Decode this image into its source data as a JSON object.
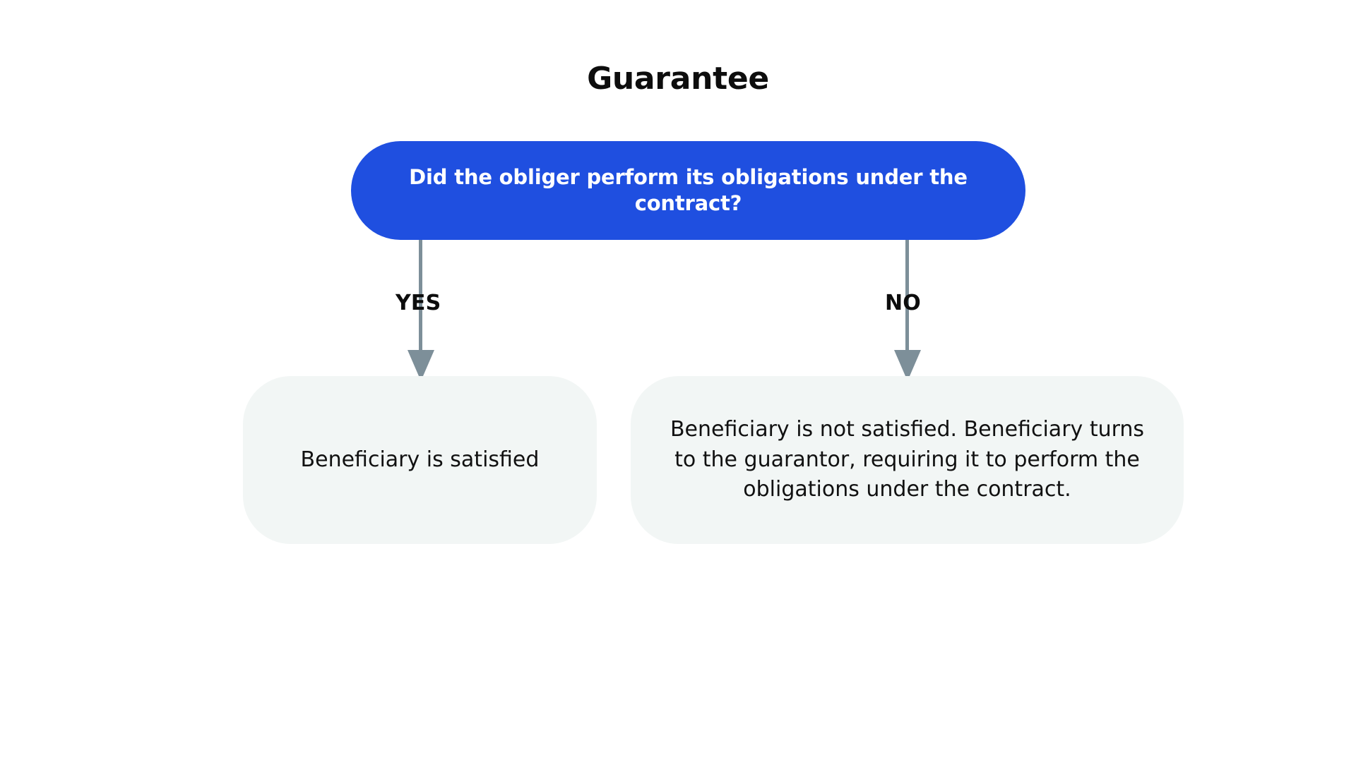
{
  "diagram": {
    "title": "Guarantee",
    "type": "decision-flowchart",
    "background_color": "#ffffff",
    "colors": {
      "decision_fill": "#1f4fe0",
      "decision_text": "#ffffff",
      "outcome_fill": "#f2f6f5",
      "outcome_text": "#111111",
      "connector": "#7d8f99",
      "title_text": "#0d0d0d",
      "branch_label_text": "#0d0d0d"
    },
    "decision": {
      "id": "decision-1",
      "text": "Did the obliger perform its obligations under the contract?",
      "shape": "pill"
    },
    "branches": [
      {
        "id": "branch-yes",
        "label": "YES",
        "target": "outcome-yes"
      },
      {
        "id": "branch-no",
        "label": "NO",
        "target": "outcome-no"
      }
    ],
    "outcomes": [
      {
        "id": "outcome-yes",
        "text": "Beneficiary is satisfied",
        "shape": "rounded-rect"
      },
      {
        "id": "outcome-no",
        "text": "Beneficiary is not satisfied. Beneficiary turns to the guarantor, requiring it to perform the obligations under the contract.",
        "shape": "rounded-rect"
      }
    ]
  }
}
